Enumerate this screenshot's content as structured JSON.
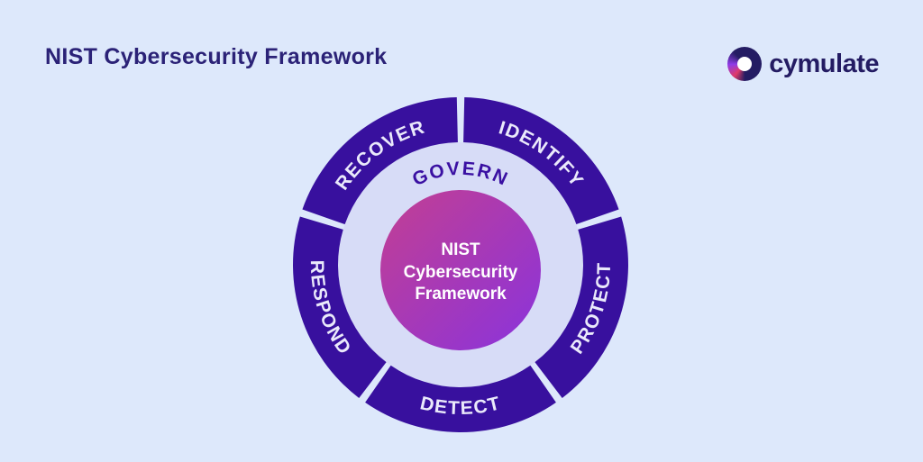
{
  "header": {
    "title": "NIST Cybersecurity Framework",
    "logo_text": "cymulate"
  },
  "wheel": {
    "outer_segments": [
      {
        "label": "IDENTIFY",
        "position": "top-right"
      },
      {
        "label": "PROTECT",
        "position": "right"
      },
      {
        "label": "DETECT",
        "position": "bottom"
      },
      {
        "label": "RESPOND",
        "position": "left"
      },
      {
        "label": "RECOVER",
        "position": "top-left"
      }
    ],
    "inner_ring_label": "GOVERN",
    "center_lines": [
      "NIST",
      "Cybersecurity",
      "Framework"
    ]
  },
  "colors": {
    "background": "#dde8fb",
    "ring_segment": "#38109e",
    "inner_ring": "#d7dcf7",
    "center_gradient_start": "#c33f92",
    "center_gradient_end": "#8a33dc",
    "ring_label_text": "#eae9fb",
    "govern_text": "#3a10a2",
    "title_text": "#2b2277",
    "logo_navy": "#241c63",
    "logo_pink": "#e03a68",
    "logo_purple": "#8f3be8"
  }
}
